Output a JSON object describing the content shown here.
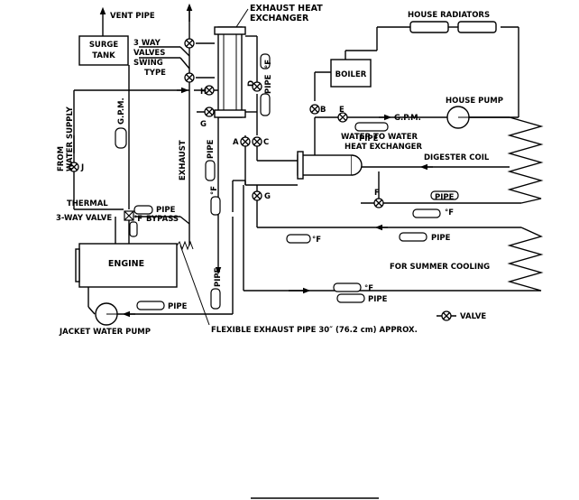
{
  "labels": {
    "vent_pipe": "VENT PIPE",
    "surge_tank_1": "SURGE",
    "surge_tank_2": "TANK",
    "three_way_valves_1": "3 WAY",
    "three_way_valves_2": "VALVES",
    "three_way_valves_3": "SWING",
    "three_way_valves_4": "TYPE",
    "exhaust_hx_1": "EXHAUST HEAT",
    "exhaust_hx_2": "EXCHANGER",
    "house_radiators": "HOUSE RADIATORS",
    "boiler": "BOILER",
    "house_pump": "HOUSE PUMP",
    "from_water_supply_1": "FROM",
    "from_water_supply_2": "WATER SUPPLY",
    "gpm_left": "G.P.M.",
    "gpm_right": "G.P.M.",
    "pipe_right_top": "PIPE",
    "water_hx_1": "WATER TO WATER",
    "water_hx_2": "HEAT EXCHANGER",
    "digester_coil": "DIGESTER COIL",
    "exhaust": "EXHAUST",
    "pipe_exhaust": "PIPE",
    "pipe_d": "PIPE",
    "deg_f_d": "°F",
    "deg_f_exhaust": "°F",
    "thermal_1": "THERMAL",
    "thermal_2": "3-WAY VALVE",
    "pipe_thermal": "PIPE",
    "deg_f_thermal": "°F",
    "bypass": "BYPASS",
    "engine": "ENGINE",
    "pipe_f": "PIPE",
    "deg_f_f": "°F",
    "deg_f_mid": "°F",
    "pipe_mid": "PIPE",
    "summer_cooling": "FOR SUMMER COOLING",
    "deg_f_bottom": "°F",
    "pipe_bottom": "PIPE",
    "pipe_vertical_low": "PIPE",
    "pipe_jacket": "PIPE",
    "jacket_water_pump": "JACKET WATER PUMP",
    "flexible_exhaust": "FLEXIBLE EXHAUST PIPE 30″ (76.2 cm) APPROX.",
    "valve_legend": "VALVE",
    "valve_a": "A",
    "valve_b": "B",
    "valve_c": "C",
    "valve_d": "D",
    "valve_e": "E",
    "valve_f": "F",
    "valve_g_left": "G",
    "valve_g_right": "G",
    "valve_h": "H",
    "valve_j": "J"
  }
}
